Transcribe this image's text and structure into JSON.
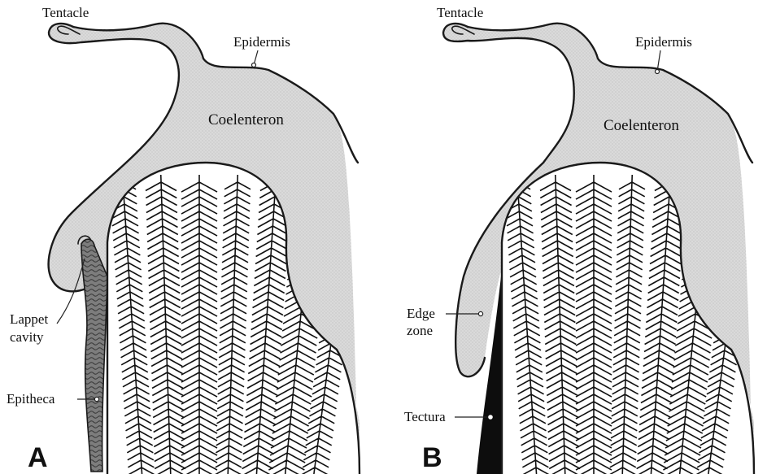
{
  "figure": {
    "panels": [
      {
        "letter": "A",
        "labels": {
          "tentacle": "Tentacle",
          "epidermis": "Epidermis",
          "coelenteron": "Coelenteron",
          "lappet_line1": "Lappet",
          "lappet_line2": "cavity",
          "wall": "Epitheca"
        },
        "wall_style": "wavy-band"
      },
      {
        "letter": "B",
        "labels": {
          "tentacle": "Tentacle",
          "epidermis": "Epidermis",
          "coelenteron": "Coelenteron",
          "edge_line1": "Edge",
          "edge_line2": "zone",
          "wall": "Tectura"
        },
        "wall_style": "solid-black"
      }
    ],
    "colors": {
      "tissue": "#d9d9d9",
      "ink": "#1a1a1a",
      "skeleton_bg": "#ffffff"
    }
  }
}
